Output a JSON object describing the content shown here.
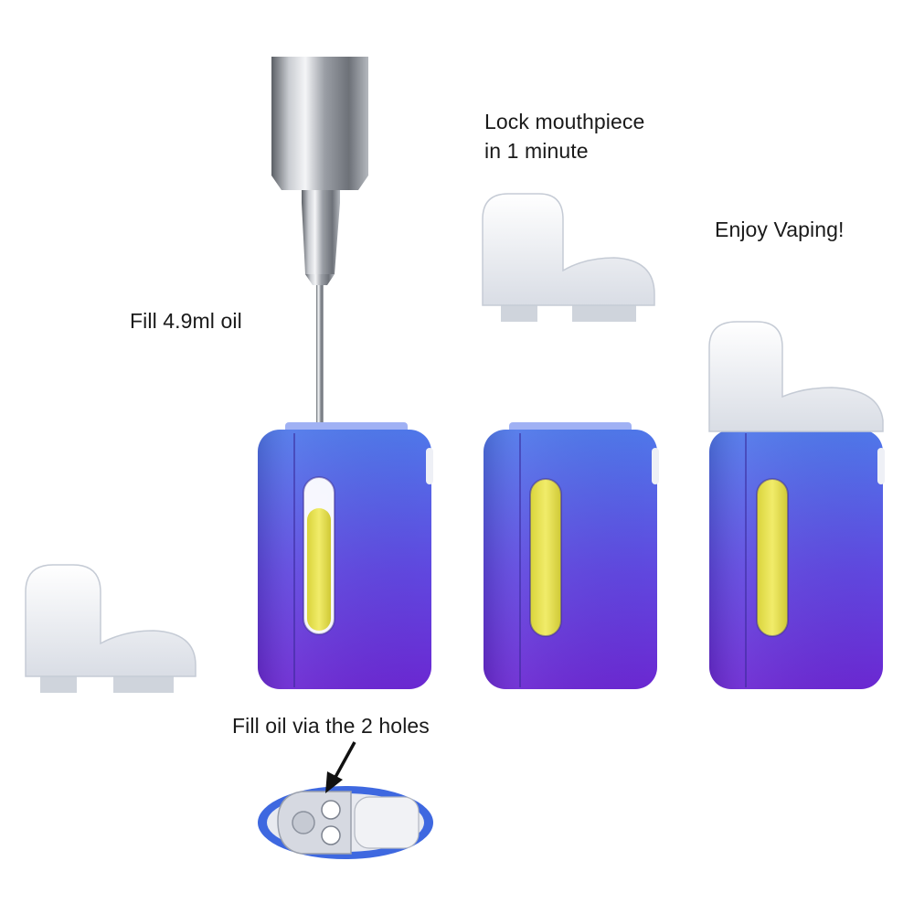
{
  "steps": {
    "fill_amount": "Fill 4.9ml oil",
    "lock_line1": "Lock mouthpiece",
    "lock_line2": "in 1 minute",
    "enjoy": "Enjoy Vaping!",
    "fill_holes": "Fill oil via the 2 holes"
  },
  "colors": {
    "body_top": "#4a6fe8",
    "body_bottom": "#6a2bd6",
    "oil_window": "#e8e24a",
    "mouthpiece": "#f2f4f8",
    "needle": "#b8bcc2"
  }
}
